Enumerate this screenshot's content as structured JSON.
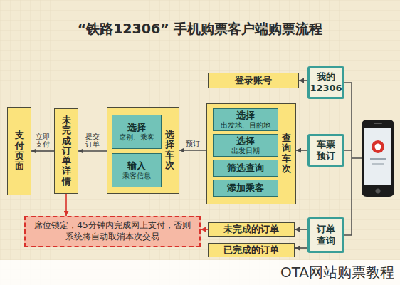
{
  "diagram": {
    "title": "“铁路12306” 手机购票客户端购票流程",
    "nodes": [
      {
        "text": [
          "我的12306"
        ]
      },
      {
        "text": [
          "登录账号"
        ]
      },
      {
        "text": [
          "车票预订"
        ]
      },
      {
        "text": [
          "查询车次"
        ]
      },
      {
        "text": [
          "选择",
          "出发地、目的地"
        ],
        "in": 3
      },
      {
        "text": [
          "选择",
          "出发日期"
        ],
        "in": 3
      },
      {
        "text": [
          "筛选查询"
        ],
        "in": 3
      },
      {
        "text": [
          "添加乘客"
        ],
        "in": 3
      },
      {
        "text": [
          "选择车次"
        ]
      },
      {
        "text": [
          "选择",
          "席别、乘客"
        ],
        "in": 8
      },
      {
        "text": [
          "输入",
          "乘客信息"
        ],
        "in": 8
      },
      {
        "text": [
          "未完成订单详情"
        ]
      },
      {
        "text": [
          "支付页面"
        ]
      },
      {
        "text": [
          "订单查询"
        ]
      },
      {
        "text": [
          "未完成的订单"
        ]
      },
      {
        "text": [
          "已完成的订单"
        ]
      },
      {
        "text": [
          "席位锁定，45分钟内完成网上支付，否则系统将自动取消本次交易"
        ]
      }
    ],
    "edges": [
      {
        "from": 0,
        "to": 1,
        "arrow": "to"
      },
      {
        "from": 2,
        "to": 3,
        "arrow": "to"
      },
      {
        "from": 3,
        "to": 8,
        "label": "预订",
        "arrow": "to"
      },
      {
        "from": 8,
        "to": 11,
        "label": "提交订单",
        "arrow": "to"
      },
      {
        "from": 11,
        "to": 12,
        "label": "立即支付",
        "arrow": "to"
      },
      {
        "from": 13,
        "to": 14,
        "arrow": "to"
      },
      {
        "from": 13,
        "to": 15,
        "arrow": "to"
      },
      {
        "from": 11,
        "to": 16,
        "arrow": "to"
      },
      {
        "from": 14,
        "to": 16,
        "arrow": "to"
      }
    ],
    "labels": [
      "OTA网站购票教程"
    ]
  }
}
